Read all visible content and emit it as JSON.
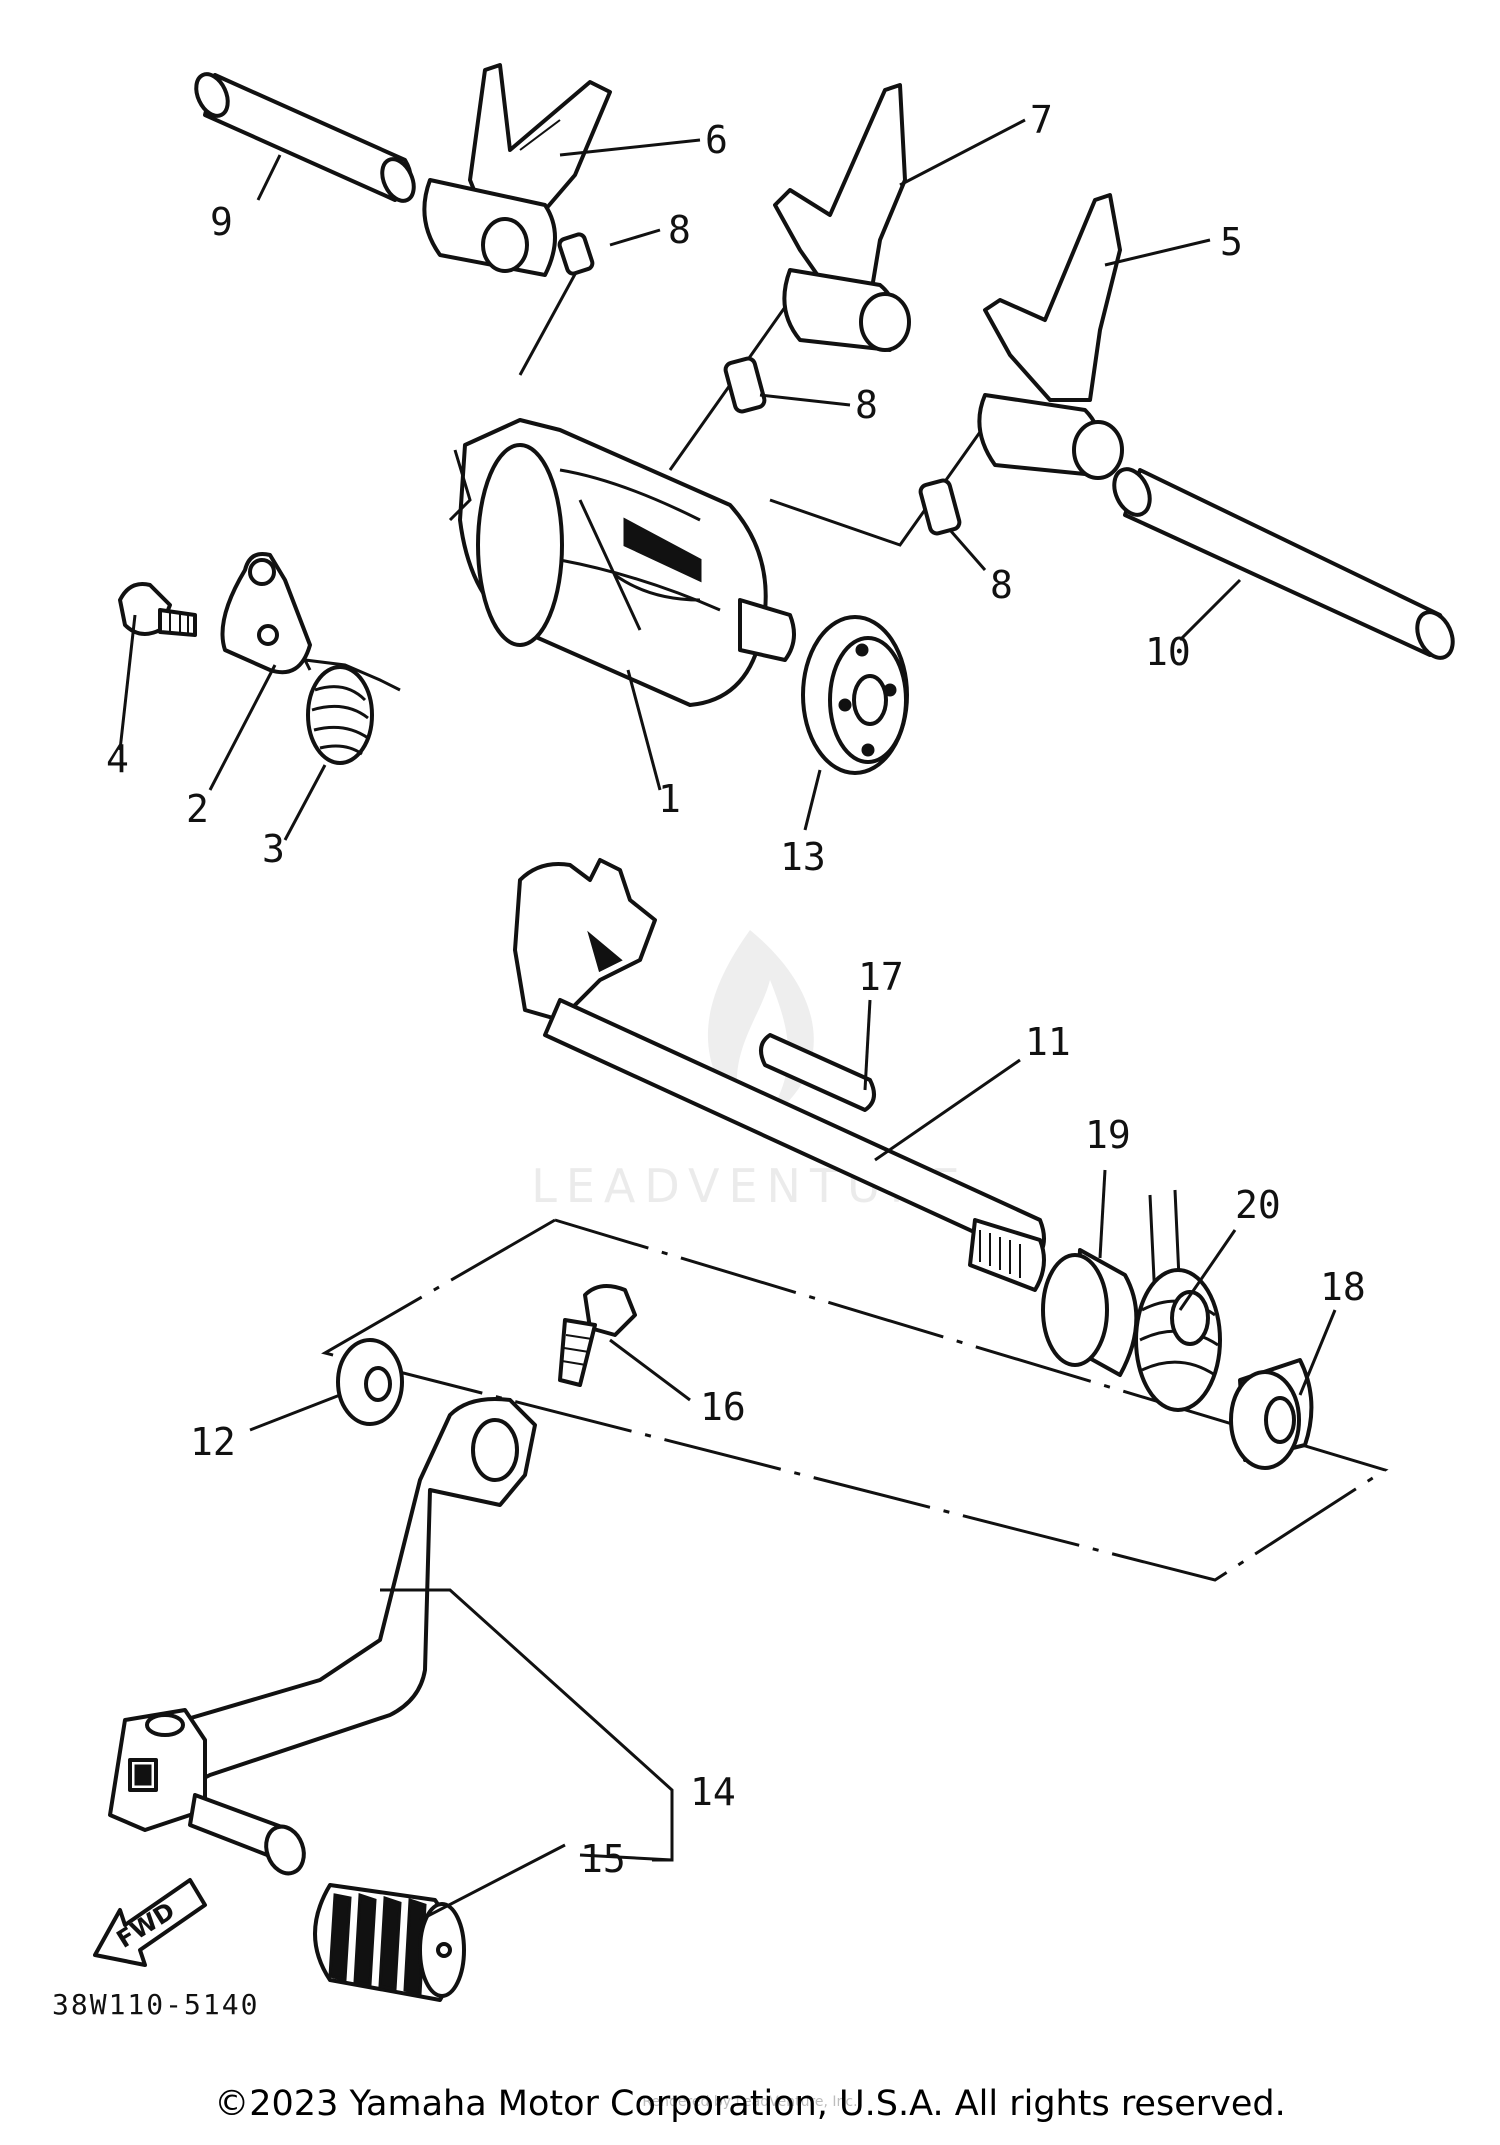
{
  "diagram": {
    "callouts": [
      "1",
      "2",
      "3",
      "4",
      "5",
      "6",
      "7",
      "8",
      "8",
      "8",
      "9",
      "10",
      "11",
      "12",
      "13",
      "14",
      "15",
      "16",
      "17",
      "18",
      "19",
      "20"
    ],
    "diagram_code": "38W110-5140",
    "direction_label": "FWD",
    "watermark": "LEADVENTURE",
    "copyright": "©2023 Yamaha Motor Corporation, U.S.A. All rights reserved.",
    "credit": "Rendered by LeadVenture, Inc."
  }
}
